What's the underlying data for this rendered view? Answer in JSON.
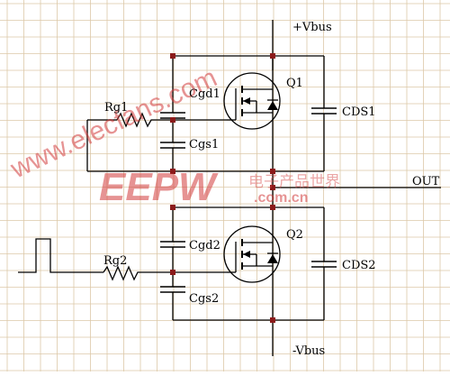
{
  "colors": {
    "grid": "#dcc8a8",
    "wire": "#000000",
    "node": "#8b1a1a",
    "watermark": "#d23b3b"
  },
  "labels": {
    "vbus_pos": "+Vbus",
    "vbus_neg": "-Vbus",
    "out": "OUT",
    "q1": "Q1",
    "q2": "Q2",
    "rg1": "Rg1",
    "rg2": "Rg2",
    "cgd1": "Cgd1",
    "cgs1": "Cgs1",
    "cgd2": "Cgd2",
    "cgs2": "Cgs2",
    "cds1": "CDS1",
    "cds2": "CDS2"
  },
  "watermark": {
    "site": "www.elecfans.com",
    "logo": "EEPW",
    "logo_cn": "电子产品世界",
    "logo_domain": ".com.cn"
  }
}
